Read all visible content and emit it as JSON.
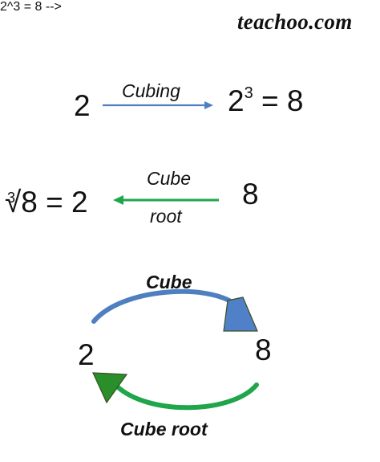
{
  "brand": "teachoo.com",
  "row1": {
    "base": "2",
    "arrow_label": "Cubing",
    "result_base": "2",
    "result_exponent": "3",
    "result_tail": "= 8"
  },
  "row2": {
    "root_index": "3",
    "radical": "√8",
    "result": "= 2",
    "arrow_label_top": "Cube",
    "arrow_label_bottom": "root",
    "value": "8"
  },
  "cycle": {
    "top_label": "Cube",
    "left_value": "2",
    "right_value": "8",
    "bottom_label": "Cube root"
  },
  "colors": {
    "blue_arrow": "#4f7fbf",
    "blue_arrow_head": "#4f80c8",
    "green_arrow": "#1fa64a",
    "green_arrow_head": "#2a8f2a",
    "head_outline": "#3a4f22"
  }
}
